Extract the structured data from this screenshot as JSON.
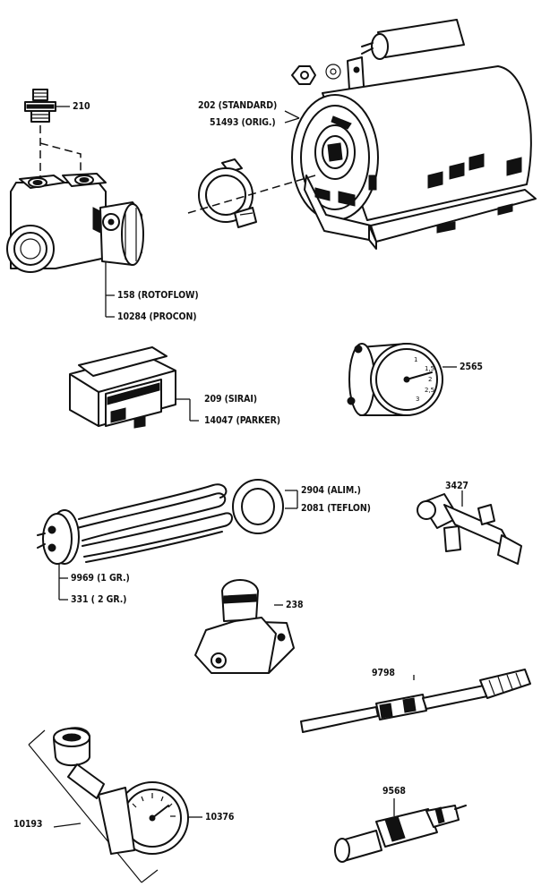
{
  "parts": {
    "fitting_210": "210",
    "motor_standard": "202 (STANDARD)",
    "motor_orig": "51493 (ORIG.)",
    "pump_rotoflow": "158 (ROTOFLOW)",
    "pump_procon": "10284 (PROCON)",
    "pressostat_sirai": "209 (SIRAI)",
    "pressostat_parker": "14047 (PARKER)",
    "gauge_2565": "2565",
    "gasket_alim": "2904 (ALIM.)",
    "gasket_teflon": "2081 (TEFLON)",
    "valve_3427": "3427",
    "element_1gr": "9969 (1 GR.)",
    "element_2gr": "331 ( 2 GR.)",
    "regulator_238": "238",
    "steam_wand_9798": "9798",
    "gauge_kit_10193": "10193",
    "gauge_10376": "10376",
    "probe_9568": "9568"
  },
  "gauge_scale": [
    "1",
    "1,5",
    "2",
    "2,5",
    "3"
  ]
}
